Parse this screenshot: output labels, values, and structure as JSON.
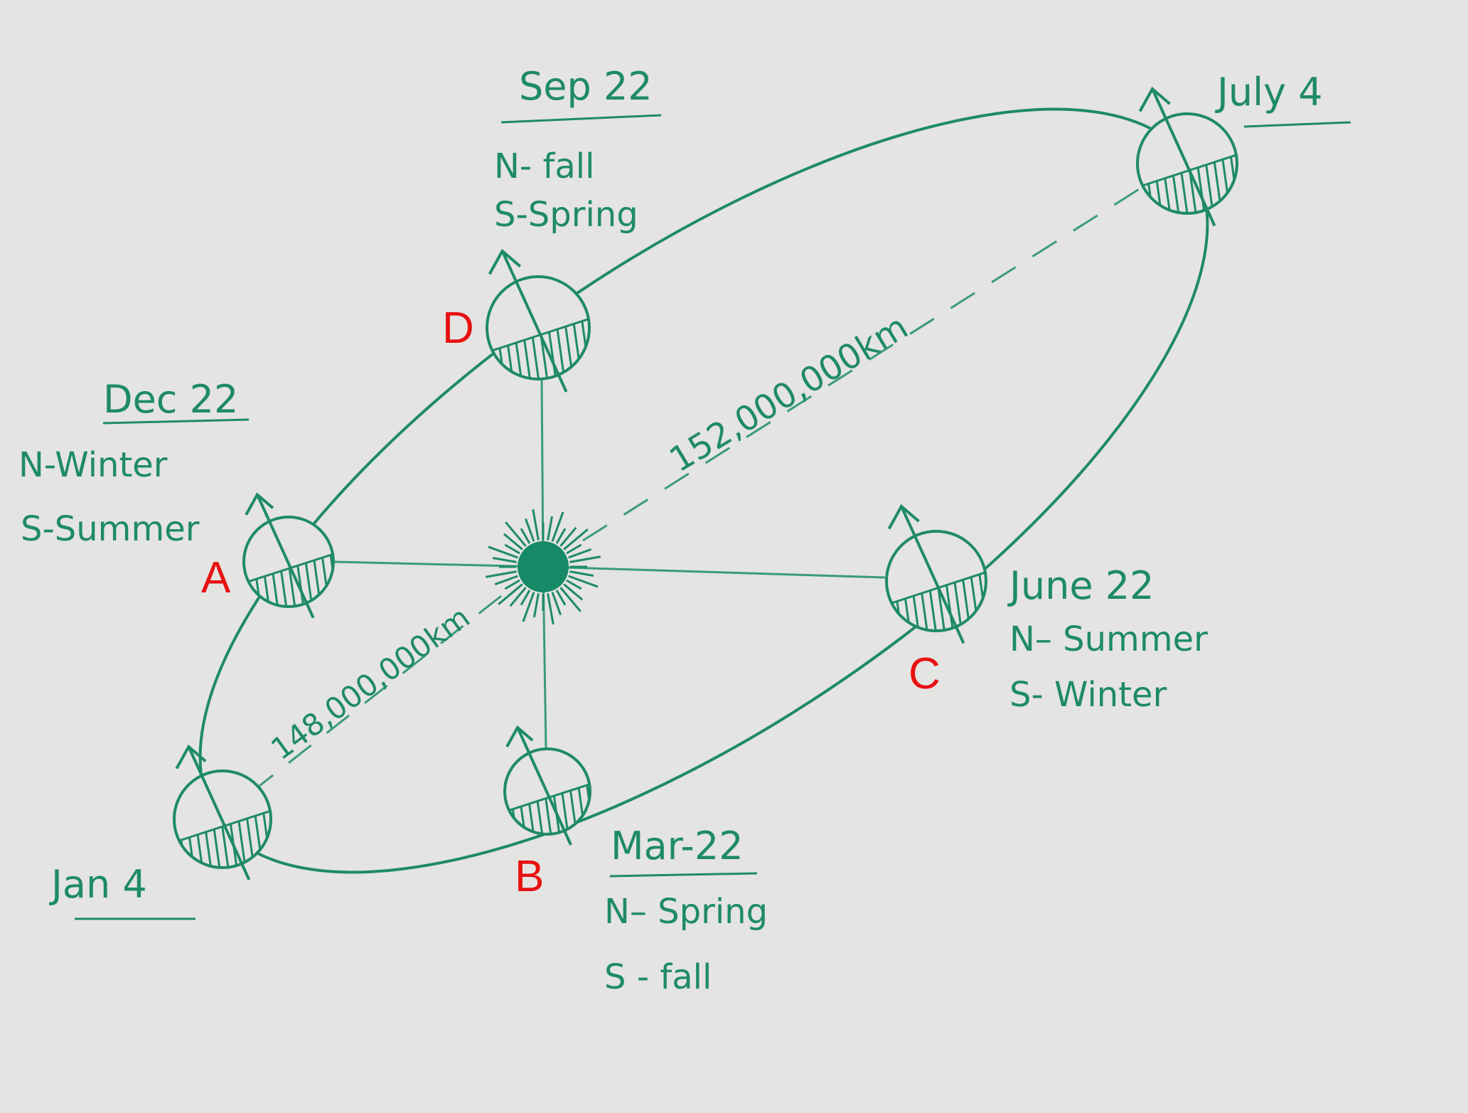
{
  "diagram": {
    "sun": {
      "label": "sun-icon"
    },
    "distances": {
      "aphelion": "152,000,000km",
      "perihelion": "148,000,000km"
    },
    "positions": [
      {
        "id": "sep",
        "date": "Sep 22",
        "north": "N- fall",
        "south": "S-Spring",
        "marker": "D"
      },
      {
        "id": "dec",
        "date": "Dec 22",
        "north": "N-Winter",
        "south": "S-Summer",
        "marker": "A"
      },
      {
        "id": "jun",
        "date": "June 22",
        "north": "N– Summer",
        "south": "S- Winter",
        "marker": "C"
      },
      {
        "id": "mar",
        "date": "Mar-22",
        "north": "N– Spring",
        "south": "S - fall",
        "marker": "B"
      },
      {
        "id": "jul",
        "date": "July 4"
      },
      {
        "id": "jan",
        "date": "Jan 4"
      }
    ],
    "colors": {
      "ink": "#1e8a68",
      "marker": "#e81010",
      "paper": "#e4e4e2"
    }
  }
}
